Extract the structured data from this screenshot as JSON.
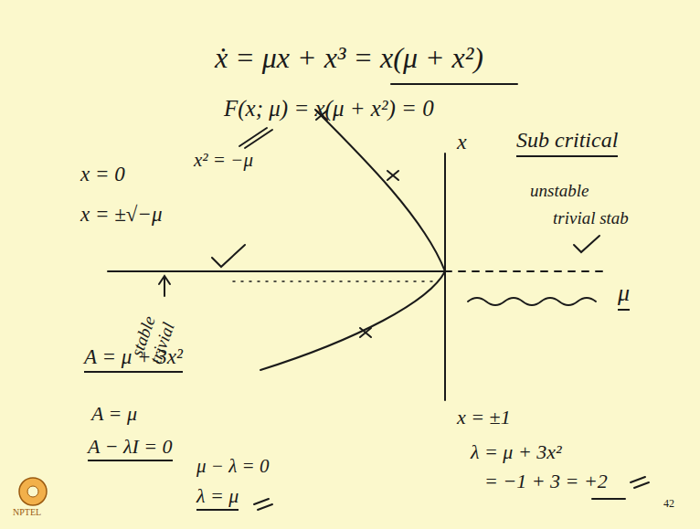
{
  "diagram": {
    "labels": [
      "ẋ = μx + x³ = x(μ + x²)",
      "F(x; μ) = x(μ + x²) = 0",
      "x² = −μ",
      "x",
      "Sub critical",
      "unstable",
      "trivial stab",
      "x = 0",
      "x = ±√−μ",
      "stable trivial",
      "μ",
      "A = μ + 3x²",
      "x = ±1",
      "A = μ",
      "A − λI = 0",
      "μ − λ = 0",
      "λ = μ",
      "λ = μ + 3x²",
      "= −1 + 3 = +2",
      "NPTEL",
      "42"
    ]
  }
}
